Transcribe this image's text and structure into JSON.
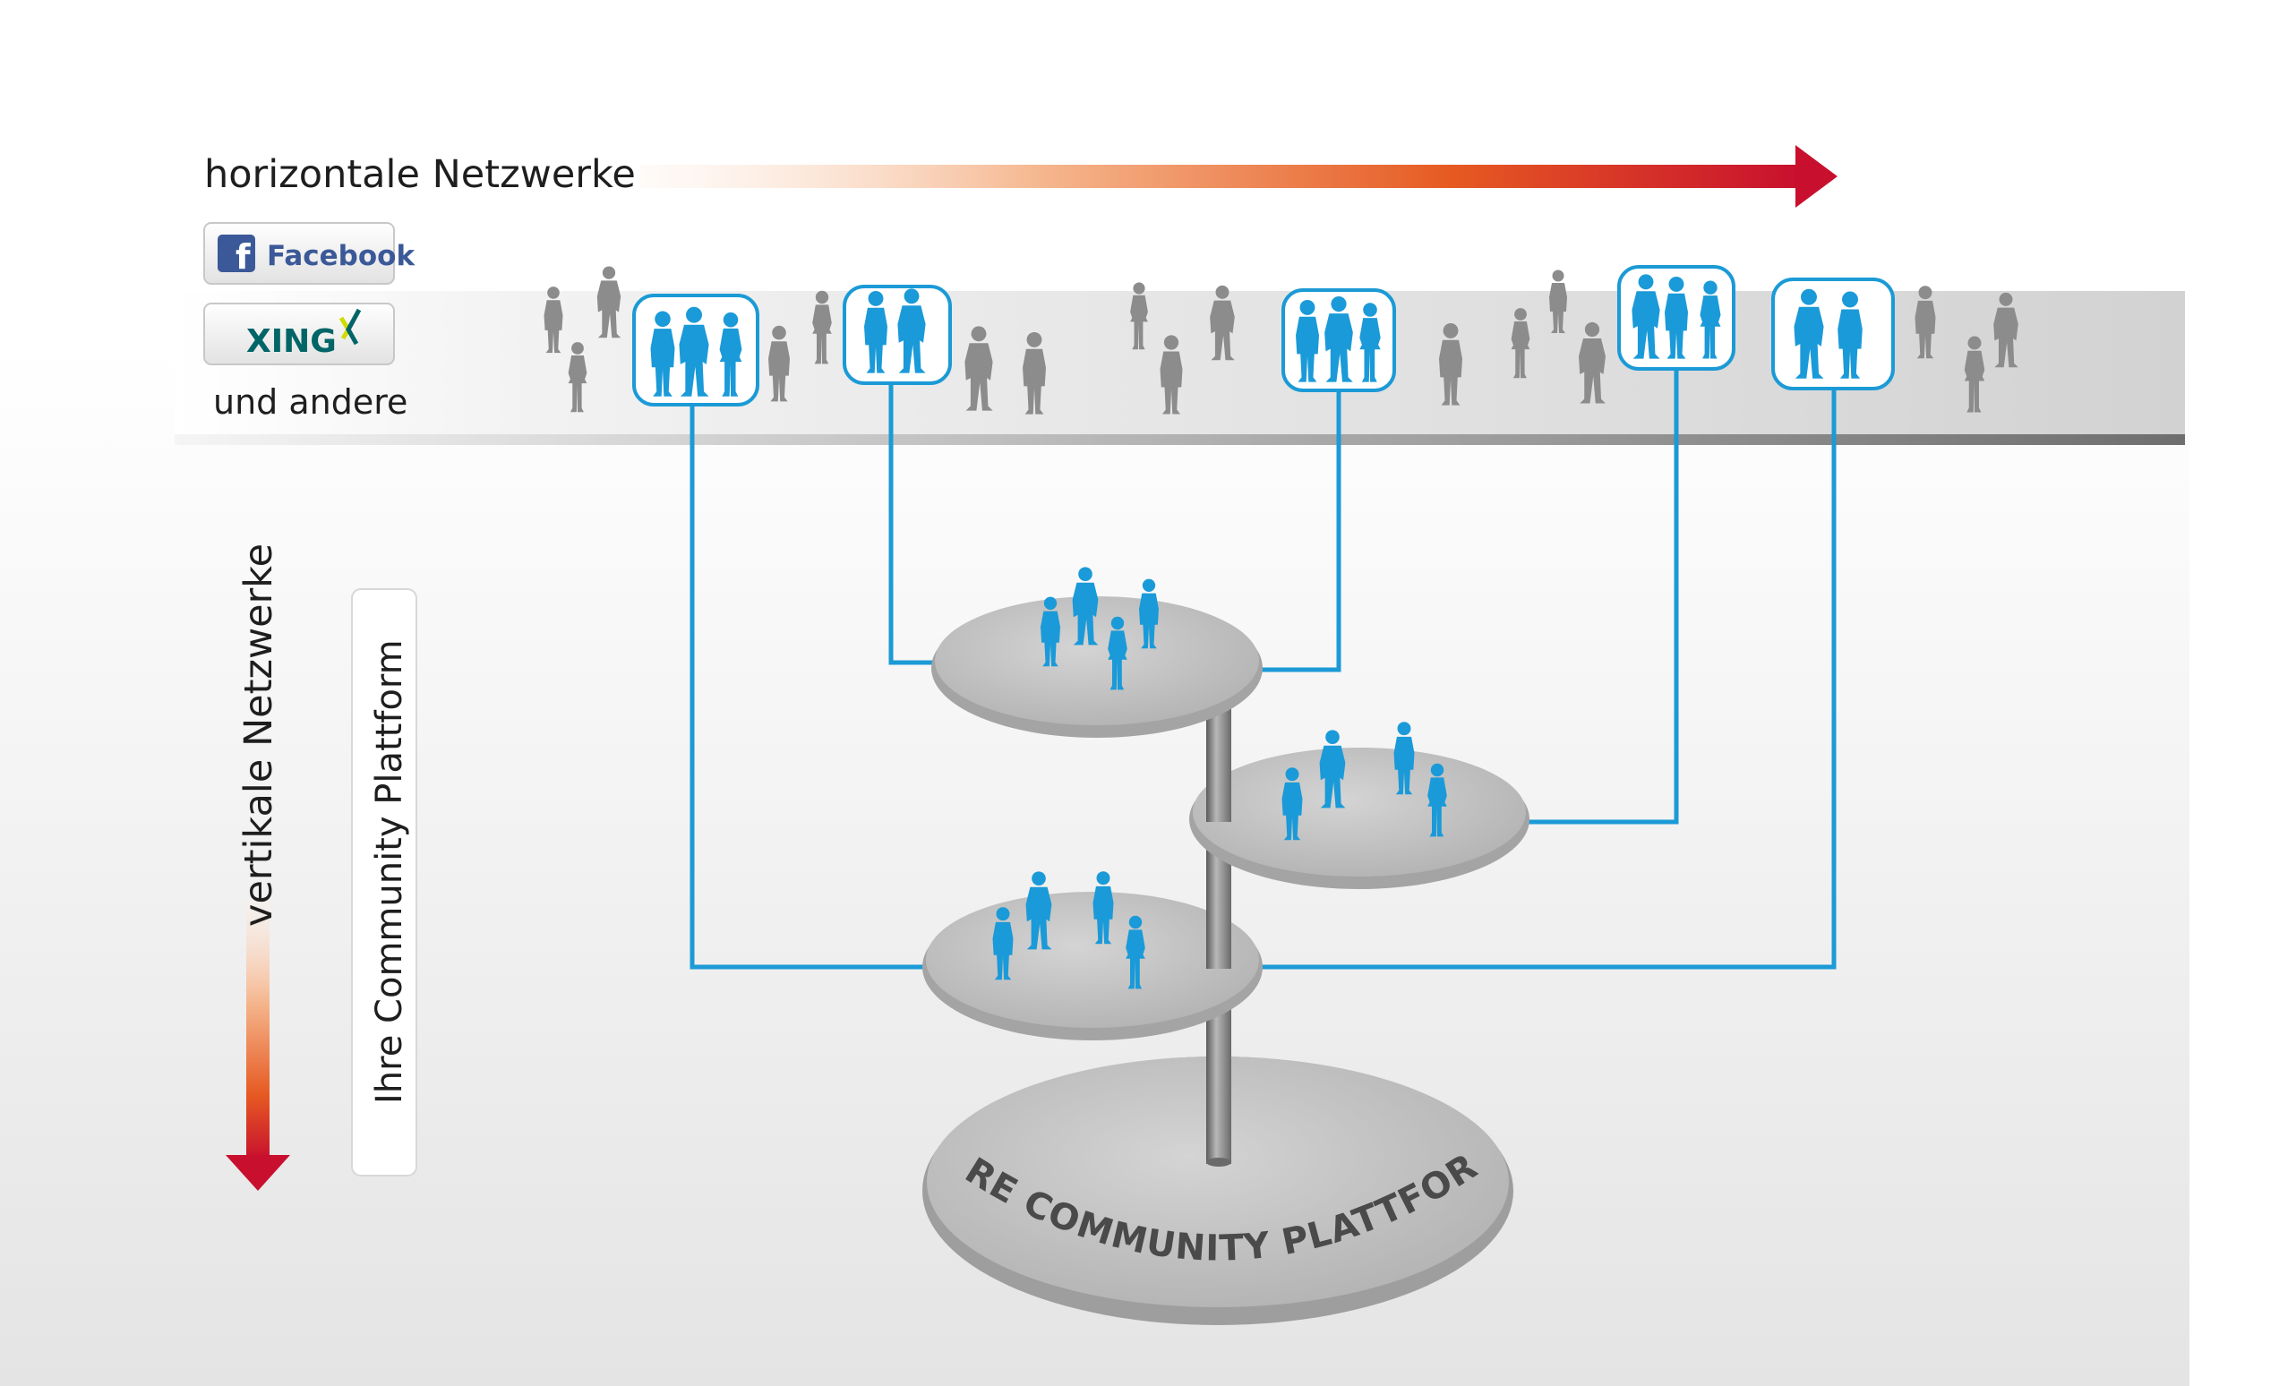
{
  "horizontal_label": "horizontale Netzwerke",
  "vertical_label": "vertikale Netzwerke",
  "side_box_label": "Ihre Community Plattform",
  "base_platform_label": "IHRE COMMUNITY PLATTFORM",
  "networks": {
    "facebook": {
      "label": "Facebook",
      "icon": "facebook-f-icon"
    },
    "xing": {
      "label": "XING",
      "icon": "xing-icon"
    },
    "others_label": "und andere"
  },
  "colors": {
    "connector": "#1b9ad6",
    "highlight_people": "#1a9ad8",
    "crowd_people": "#8a8a8a",
    "arrow_start": "#fbe6d6",
    "arrow_mid": "#ec7a3b",
    "arrow_end": "#c8102e",
    "facebook_blue": "#3b5998",
    "xing_green": "#006567",
    "xing_yellow": "#cfdc00",
    "platform": "#c3c3c3"
  }
}
